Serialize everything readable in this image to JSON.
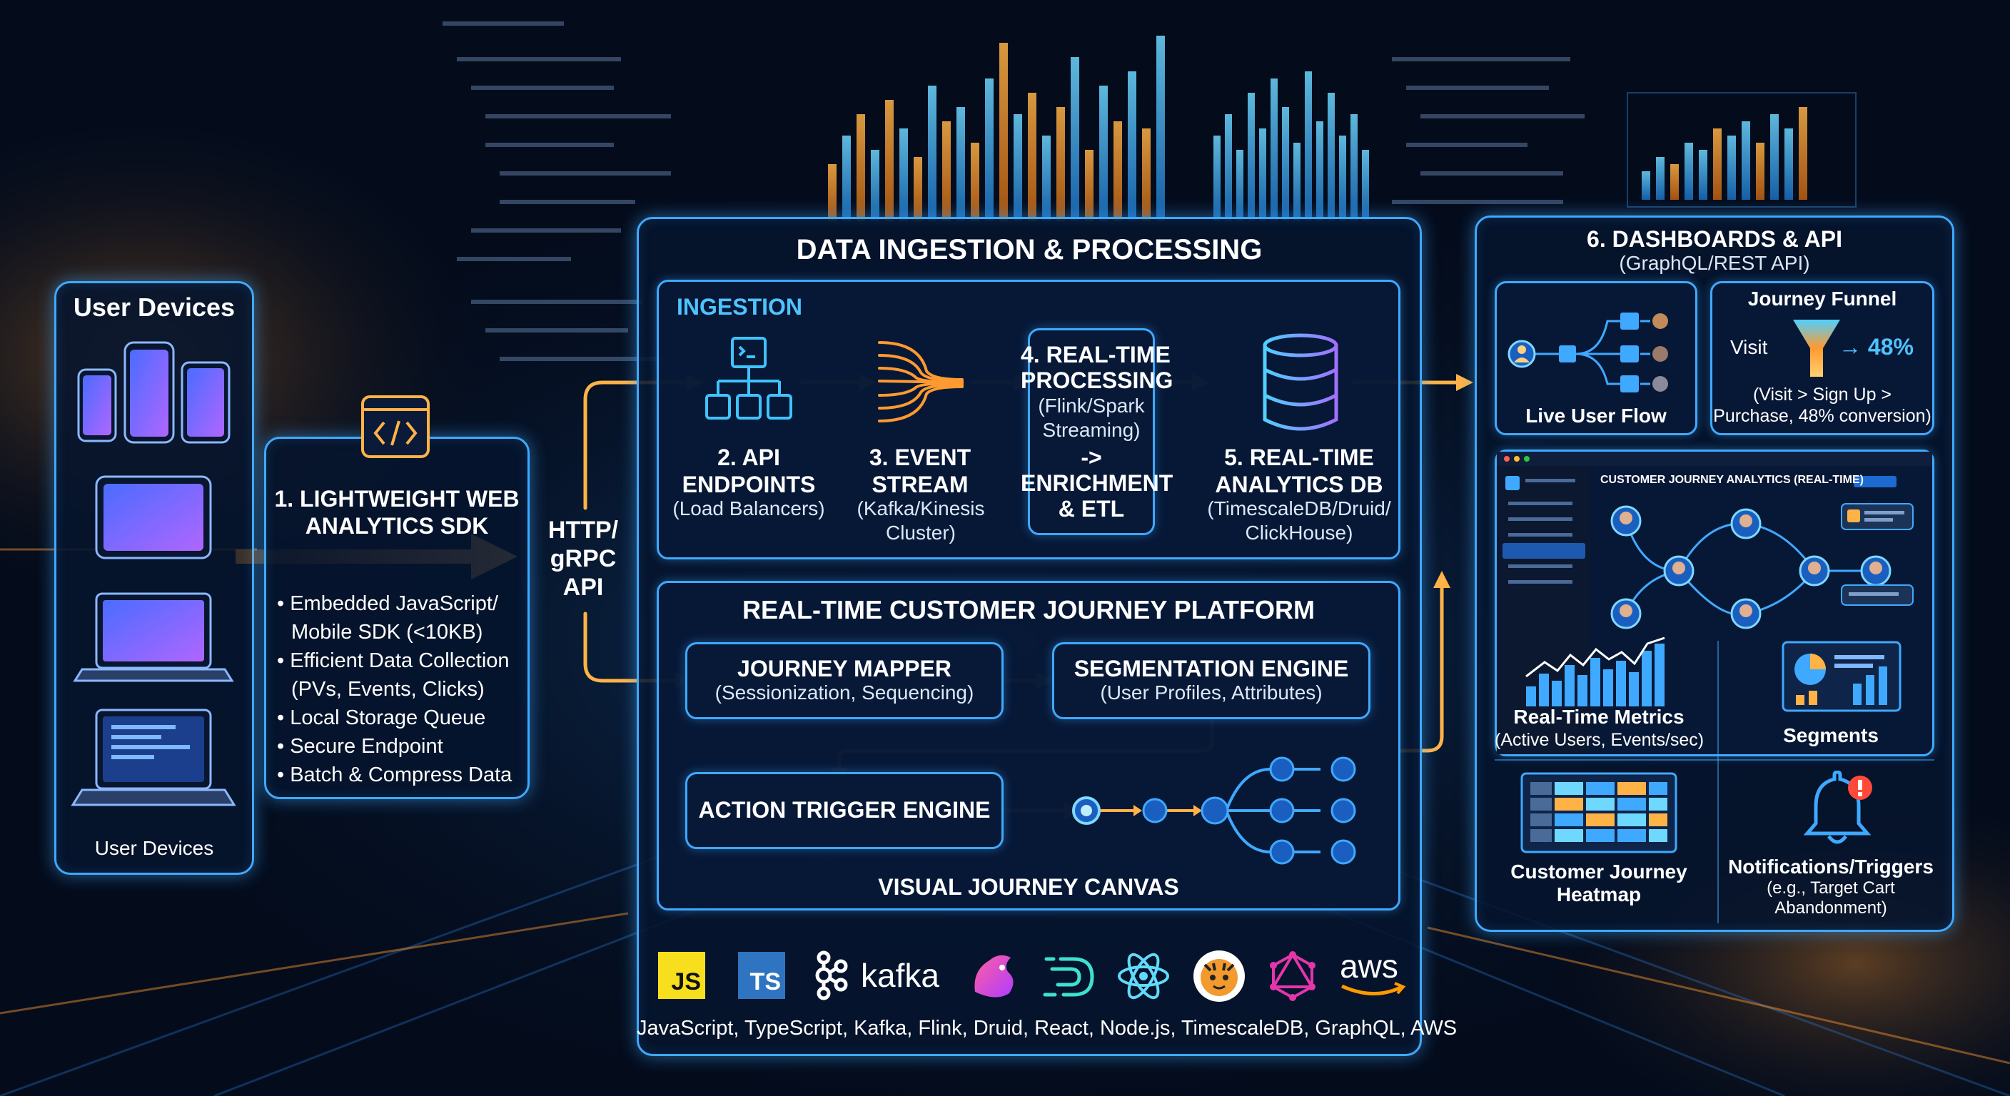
{
  "devices": {
    "title": "User Devices",
    "caption": "User Devices"
  },
  "sdk": {
    "title_line1": "1. LIGHTWEIGHT WEB",
    "title_line2": "ANALYTICS SDK",
    "bullets": [
      "• Embedded JavaScript/",
      "Mobile SDK (<10KB)",
      "• Efficient Data Collection",
      "(PVs, Events, Clicks)",
      "• Local Storage Queue",
      "• Secure Endpoint",
      "• Batch & Compress Data"
    ]
  },
  "transport": {
    "line1": "HTTP/",
    "line2": "gRPC",
    "line3": "API"
  },
  "ingest": {
    "title": "DATA INGESTION & PROCESSING",
    "label": "INGESTION",
    "api": {
      "l1": "2. API",
      "l2": "ENDPOINTS",
      "l3": "(Load Balancers)"
    },
    "stream": {
      "l1": "3. EVENT",
      "l2": "STREAM",
      "l3": "(Kafka/Kinesis",
      "l4": "Cluster)"
    },
    "rtp": {
      "l1": "4. REAL-TIME",
      "l2": "PROCESSING",
      "l3": "(Flink/Spark",
      "l4": "Streaming)",
      "l5": "->",
      "l6": "ENRICHMENT",
      "l7": "& ETL"
    },
    "db": {
      "l1": "5. REAL-TIME",
      "l2": "ANALYTICS DB",
      "l3": "(TimescaleDB/Druid/",
      "l4": "ClickHouse)"
    }
  },
  "platform": {
    "title": "REAL-TIME CUSTOMER JOURNEY PLATFORM",
    "mapper": {
      "l1": "JOURNEY MAPPER",
      "l2": "(Sessionization, Sequencing)"
    },
    "seg": {
      "l1": "SEGMENTATION ENGINE",
      "l2": "(User Profiles, Attributes)"
    },
    "action": "ACTION TRIGGER ENGINE",
    "canvas": "VISUAL JOURNEY CANVAS"
  },
  "tech": {
    "logos": [
      "JS",
      "TS",
      "kafka",
      "aws"
    ],
    "caption": "JavaScript, TypeScript, Kafka, Flink, Druid, React, Node.js, TimescaleDB, GraphQL, AWS"
  },
  "dash": {
    "title": "6. DASHBOARDS & API",
    "subtitle": "(GraphQL/REST API)",
    "flow": "Live User Flow",
    "funnel_title": "Journey Funnel",
    "funnel_visit": "Visit",
    "funnel_pct": "→ 48%",
    "funnel_note1": "(Visit > Sign Up >",
    "funnel_note2": "Purchase, 48% conversion)",
    "window_title": "CUSTOMER JOURNEY ANALYTICS (REAL-TIME)",
    "metrics": "Real-Time Metrics",
    "metrics_sub": "(Active Users, Events/sec)",
    "segments": "Segments",
    "heatmap1": "Customer Journey",
    "heatmap2": "Heatmap",
    "notif": "Notifications/Triggers",
    "notif_sub1": "(e.g., Target Cart",
    "notif_sub2": "Abandonment)"
  },
  "colors": {
    "accent": "#3fa9ff",
    "arrow": "#ffb347",
    "bg": "#040c1c"
  }
}
